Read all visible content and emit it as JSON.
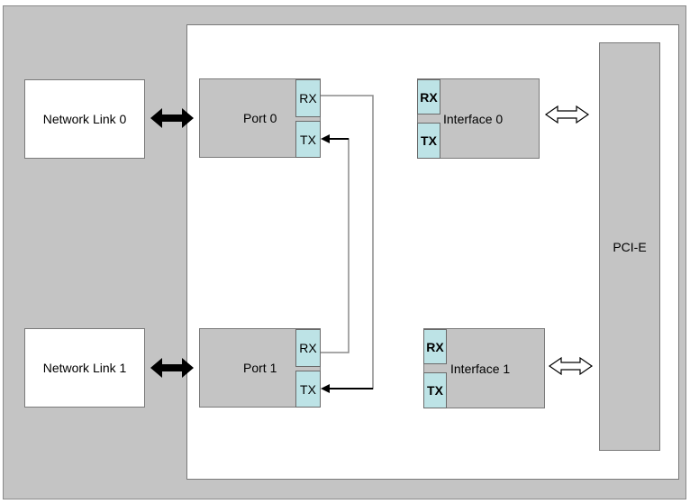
{
  "network_link_0": "Network Link 0",
  "network_link_1": "Network Link 1",
  "port_0": {
    "label": "Port 0",
    "rx": "RX",
    "tx": "TX"
  },
  "port_1": {
    "label": "Port 1",
    "rx": "RX",
    "tx": "TX"
  },
  "interface_0": {
    "label": "Interface 0",
    "rx": "RX",
    "tx": "TX"
  },
  "interface_1": {
    "label": "Interface 1",
    "rx": "RX",
    "tx": "TX"
  },
  "pci_e": "PCI-E",
  "colors": {
    "gray": "#c4c4c4",
    "cell": "#bde3e6",
    "border": "#7a7a7a"
  }
}
